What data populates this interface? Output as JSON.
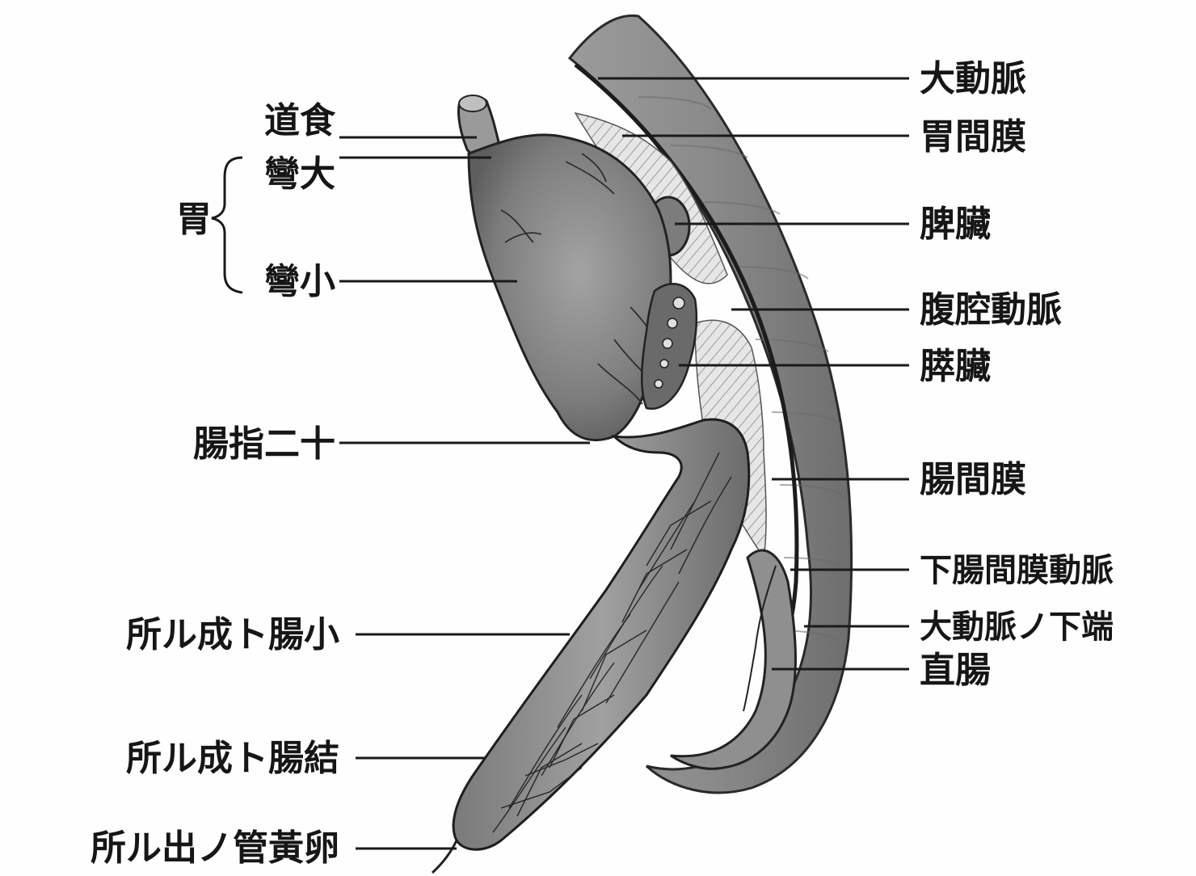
{
  "labels_left": {
    "esophagus": "道食",
    "greater_curvature": "彎大",
    "stomach": "胃",
    "lesser_curvature": "彎小",
    "duodenum": "腸指二十",
    "small_intestine_part": "所ル成ト腸小",
    "colon_part": "所ル成ト腸結",
    "yolk_duct_exit": "所ル出ノ管黃卵"
  },
  "labels_right": {
    "aorta": "大動脈",
    "gastric_mesentery": "胃間膜",
    "spleen": "脾臟",
    "celiac_artery": "腹腔動脈",
    "pancreas": "膵臟",
    "mesentery": "腸間膜",
    "inferior_mesenteric_artery": "下腸間膜動脈",
    "aorta_lower_end": "大動脈ノ下端",
    "rectum": "直腸"
  },
  "colors": {
    "ink": "#161616",
    "organ_fill": "#8e8e8e",
    "organ_dark": "#5a5a5a",
    "paper": "#fefefe",
    "hatch": "#bdbdbd"
  }
}
